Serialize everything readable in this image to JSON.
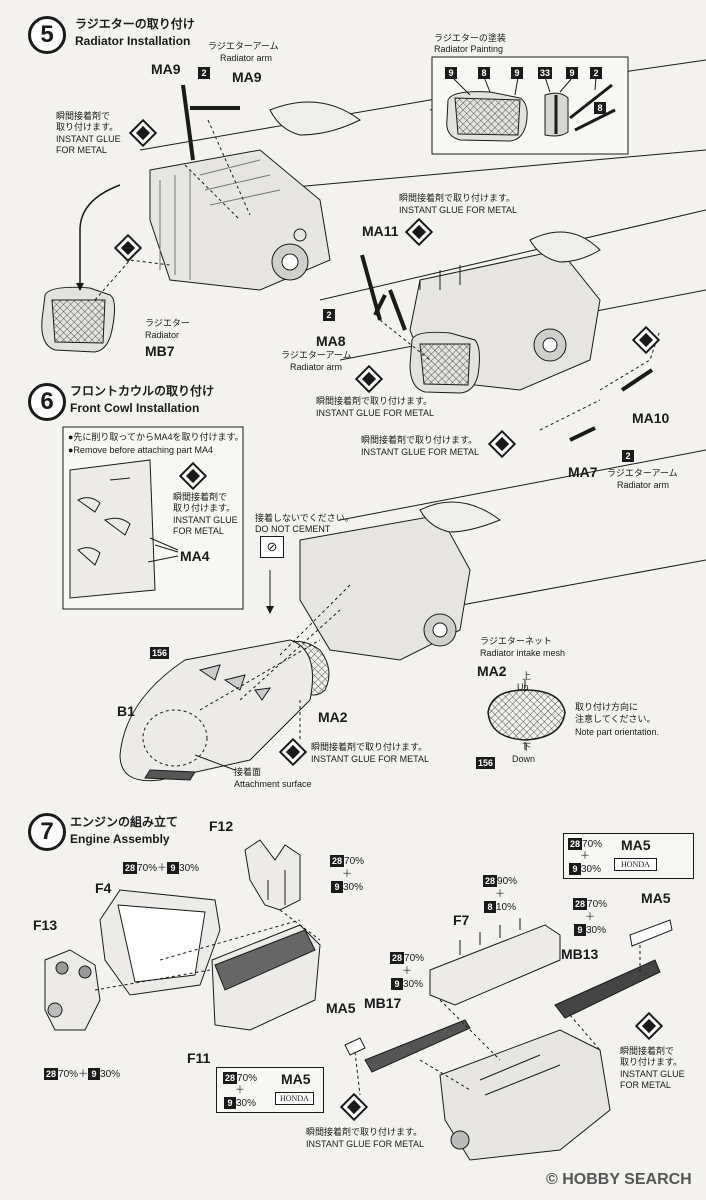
{
  "step5": {
    "number": "5",
    "title_jp": "ラジエターの取り付け",
    "title_en": "Radiator Installation",
    "arm_jp": "ラジエターアーム",
    "arm_en": "Radiator arm",
    "part_ma9_a": "MA9",
    "part_ma9_b": "MA9",
    "color_2": "2",
    "glue_jp_1": "瞬間接着剤で",
    "glue_jp_2": "取り付けます。",
    "glue_en_1": "INSTANT GLUE",
    "glue_en_2": "FOR METAL",
    "radiator_jp": "ラジエター",
    "radiator_en": "Radiator",
    "part_mb7": "MB7",
    "painting_jp": "ラジエターの塗装",
    "painting_en": "Radiator Painting",
    "paint_codes": [
      "9",
      "8",
      "9",
      "33",
      "9",
      "2",
      "8"
    ],
    "glue2_jp": "瞬間接着剤で取り付けます。",
    "glue2_en": "INSTANT GLUE FOR METAL",
    "part_ma11": "MA11",
    "color_2b": "2",
    "part_ma8": "MA8",
    "arm2_jp": "ラジエターアーム",
    "arm2_en": "Radiator arm",
    "glue3_jp": "瞬間接着剤で取り付けます。",
    "glue3_en": "INSTANT GLUE FOR METAL",
    "part_ma10": "MA10",
    "glue4_jp": "瞬間接着剤で取り付けます。",
    "glue4_en": "INSTANT GLUE FOR METAL",
    "color_2c": "2",
    "part_ma7": "MA7",
    "arm3_jp": "ラジエターアーム",
    "arm3_en": "Radiator arm"
  },
  "step6": {
    "number": "6",
    "title_jp": "フロントカウルの取り付け",
    "title_en": "Front Cowl Installation",
    "note_jp": "●先に削り取ってからMA4を取り付けます。",
    "note_en": "●Remove before attaching part MA4",
    "glue_jp_1": "瞬間接着剤で",
    "glue_jp_2": "取り付けます。",
    "glue_en_1": "INSTANT GLUE",
    "glue_en_2": "FOR METAL",
    "part_ma4": "MA4",
    "no_cement_jp": "接着しないでください。",
    "no_cement_en": "DO NOT CEMENT",
    "color_156": "156",
    "part_b1": "B1",
    "part_ma2": "MA2",
    "glue2_jp": "瞬間接着剤で取り付けます。",
    "glue2_en": "INSTANT GLUE FOR METAL",
    "attach_jp": "接着面",
    "attach_en": "Attachment surface",
    "mesh_jp": "ラジエターネット",
    "mesh_en": "Radiator intake mesh",
    "part_ma2_detail": "MA2",
    "up_jp": "上",
    "up_en": "Up",
    "down_jp": "下",
    "down_en": "Down",
    "color_156b": "156",
    "orient_jp_1": "取り付け方向に",
    "orient_jp_2": "注意してください。",
    "orient_en": "Note part orientation."
  },
  "step7": {
    "number": "7",
    "title_jp": "エンジンの組み立て",
    "title_en": "Engine Assembly",
    "part_f12": "F12",
    "part_f4": "F4",
    "mix_f4": [
      "28",
      "70%",
      "9",
      "30%"
    ],
    "mix_f12": [
      "28",
      "70%",
      "9",
      "30%"
    ],
    "part_f13": "F13",
    "mix_f13": [
      "28",
      "70%",
      "9",
      "30%"
    ],
    "part_f11": "F11",
    "part_f7": "F7",
    "mix_f7": [
      "28",
      "90%",
      "8",
      "10%"
    ],
    "mix_mb17": [
      "28",
      "70%",
      "9",
      "30%"
    ],
    "part_ma5_box": "MA5",
    "mix_ma5_box": [
      "28",
      "70%",
      "9",
      "30%"
    ],
    "honda": "HONDA",
    "part_ma5": "MA5",
    "mix_mb13": [
      "28",
      "70%",
      "9",
      "30%"
    ],
    "part_mb13": "MB13",
    "part_mb17": "MB17",
    "part_ma5_left": "MA5",
    "ma5_left_box": "MA5",
    "mix_ma5_left": [
      "28",
      "70%",
      "9",
      "30%"
    ],
    "glue_jp_1": "瞬間接着剤で",
    "glue_jp_2": "取り付けます。",
    "glue_en_1": "INSTANT GLUE",
    "glue_en_2": "FOR METAL",
    "glue2_jp": "瞬間接着剤で取り付けます。",
    "glue2_en": "INSTANT GLUE FOR METAL"
  },
  "watermark": "© HOBBY SEARCH"
}
